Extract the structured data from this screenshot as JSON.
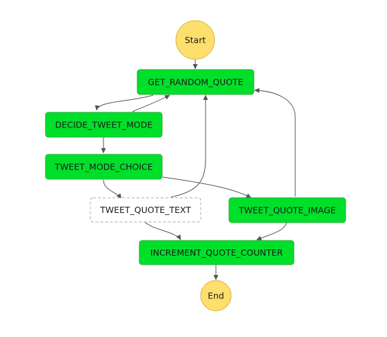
{
  "colors": {
    "succeeded": "#00e02a",
    "terminal": "#fde06b",
    "not_started": "#ffffff",
    "edge": "#555555"
  },
  "states": {
    "start": {
      "label": "Start",
      "status": "terminal"
    },
    "get_random_quote": {
      "label": "GET_RANDOM_QUOTE",
      "status": "succeeded"
    },
    "decide_tweet_mode": {
      "label": "DECIDE_TWEET_MODE",
      "status": "succeeded"
    },
    "tweet_mode_choice": {
      "label": "TWEET_MODE_CHOICE",
      "status": "succeeded"
    },
    "tweet_quote_text": {
      "label": "TWEET_QUOTE_TEXT",
      "status": "not-started"
    },
    "tweet_quote_image": {
      "label": "TWEET_QUOTE_IMAGE",
      "status": "succeeded"
    },
    "increment_quote_counter": {
      "label": "INCREMENT_QUOTE_COUNTER",
      "status": "succeeded"
    },
    "end": {
      "label": "End",
      "status": "terminal"
    }
  },
  "transitions": [
    {
      "from": "Start",
      "to": "GET_RANDOM_QUOTE"
    },
    {
      "from": "GET_RANDOM_QUOTE",
      "to": "DECIDE_TWEET_MODE"
    },
    {
      "from": "DECIDE_TWEET_MODE",
      "to": "GET_RANDOM_QUOTE"
    },
    {
      "from": "DECIDE_TWEET_MODE",
      "to": "TWEET_MODE_CHOICE"
    },
    {
      "from": "TWEET_MODE_CHOICE",
      "to": "TWEET_QUOTE_TEXT"
    },
    {
      "from": "TWEET_MODE_CHOICE",
      "to": "TWEET_QUOTE_IMAGE"
    },
    {
      "from": "TWEET_QUOTE_TEXT",
      "to": "GET_RANDOM_QUOTE"
    },
    {
      "from": "TWEET_QUOTE_IMAGE",
      "to": "GET_RANDOM_QUOTE"
    },
    {
      "from": "TWEET_QUOTE_TEXT",
      "to": "INCREMENT_QUOTE_COUNTER"
    },
    {
      "from": "TWEET_QUOTE_IMAGE",
      "to": "INCREMENT_QUOTE_COUNTER"
    },
    {
      "from": "INCREMENT_QUOTE_COUNTER",
      "to": "End"
    }
  ]
}
